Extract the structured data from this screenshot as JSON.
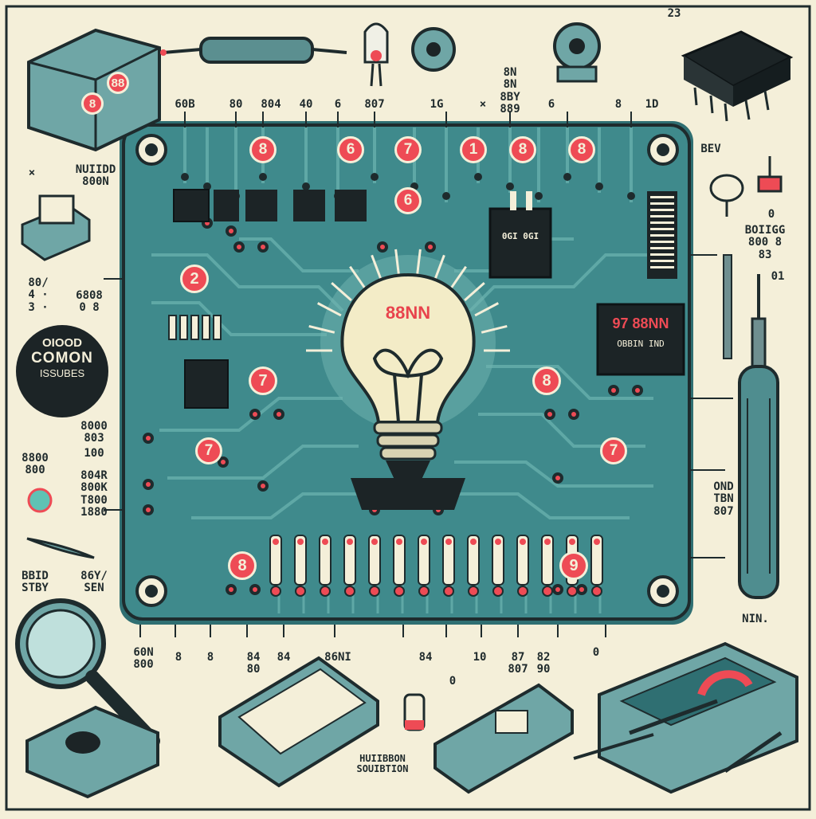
{
  "palette": {
    "background": "#f4efd9",
    "board": "#3f8a8c",
    "board_dark": "#2f6f72",
    "trace": "#5fa8a6",
    "outline": "#1e2b2d",
    "badge_red": "#ee4b55",
    "chip": "#1c2426",
    "bulb_glow": "#e9e2b8",
    "metal": "#6f8f90"
  },
  "callout": {
    "line1": "OIOOD",
    "line2": "COMON",
    "line3": "ISSUBES"
  },
  "bulb": {
    "text": "88NN"
  },
  "display": {
    "line1": "97 88NN",
    "line2": "OBBIN IND"
  },
  "chip_label": "0GI 0GI",
  "badges": [
    {
      "text": "8",
      "id": "badge-top-8-a"
    },
    {
      "text": "6",
      "id": "badge-top-6"
    },
    {
      "text": "7",
      "id": "badge-top-7"
    },
    {
      "text": "1",
      "id": "badge-top-1"
    },
    {
      "text": "8",
      "id": "badge-top-8-b"
    },
    {
      "text": "8",
      "id": "badge-top-8-c"
    },
    {
      "text": "6",
      "id": "badge-mid-6"
    },
    {
      "text": "2",
      "id": "badge-left-2"
    },
    {
      "text": "7",
      "id": "badge-left-7"
    },
    {
      "text": "8",
      "id": "badge-right-8"
    },
    {
      "text": "7",
      "id": "badge-lower-left-7"
    },
    {
      "text": "7",
      "id": "badge-lower-right-7"
    },
    {
      "text": "8",
      "id": "badge-bottom-8"
    },
    {
      "text": "9",
      "id": "badge-bottom-9"
    },
    {
      "text": "8",
      "id": "badge-relay-8"
    },
    {
      "text": "88",
      "id": "badge-relay-88"
    }
  ],
  "labels": {
    "top": [
      "60B",
      "80",
      "804",
      "40",
      "6",
      "807",
      "1G",
      "×",
      "8N\n8N\n8BY\n889",
      "6",
      "8",
      "1D",
      "23"
    ],
    "right": [
      "BEV",
      "0",
      "BOIIGG\n800 8\n83",
      "01",
      "OND\nTBN\n807",
      "NIN."
    ],
    "left": [
      "NUIIDD\n800N",
      "×",
      "80/\n4 ·\n3 ·",
      "6808\n0 8",
      "8000\n803",
      "100",
      "804R\n800K\nT800\n1880",
      "8800\n800",
      "BBID\nSTBY",
      "86Y/\nSEN"
    ],
    "bottom": [
      "60N\n800",
      "8",
      "8",
      "84\n80",
      "84",
      "86NI",
      "84",
      "0",
      "10",
      "87\n807",
      "82\n90",
      "0",
      "HUIIBBON\nSOUIBTION"
    ]
  }
}
